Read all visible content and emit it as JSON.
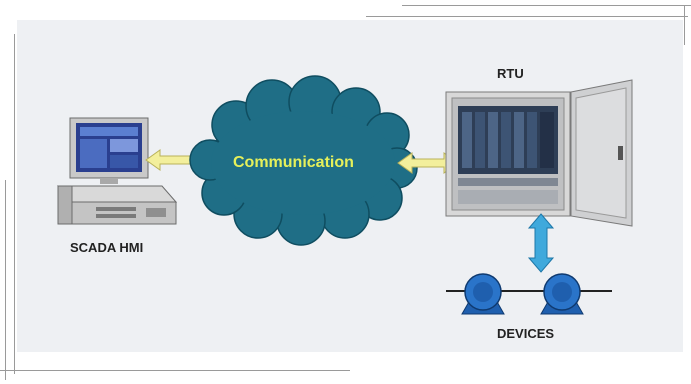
{
  "labels": {
    "rtu": "RTU",
    "hmi": "SCADA HMI",
    "communication": "Communication",
    "devices": "DEVICES"
  },
  "colors": {
    "cloud": "#1f6e86",
    "cloud_text": "#e6f05a",
    "arrow_yellow": "#f3ef9c",
    "arrow_blue": "#3fa9dc",
    "pump": "#1f5fae"
  }
}
